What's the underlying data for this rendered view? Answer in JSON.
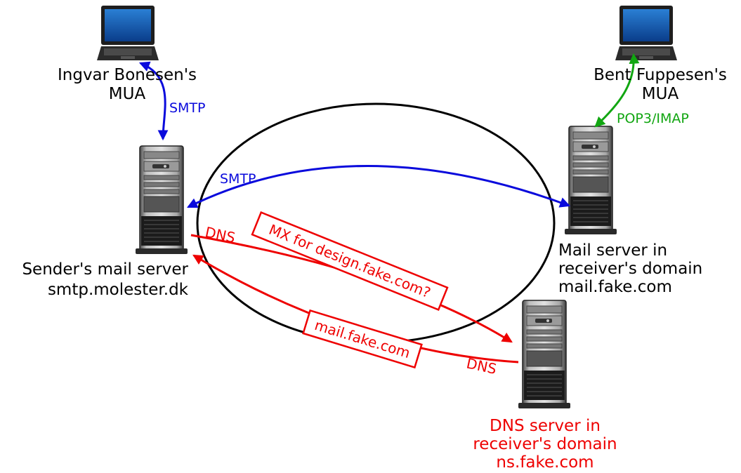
{
  "colors": {
    "smtp": "#0a0adc",
    "dns": "#ee0000",
    "pop": "#11a611",
    "ellipse": "#000000",
    "text": "#000000"
  },
  "nodes": {
    "sender_mua": {
      "line1": "Ingvar Bonesen's",
      "line2": "MUA",
      "icon": "laptop-icon"
    },
    "receiver_mua": {
      "line1": "Bent Fuppesen's",
      "line2": "MUA",
      "icon": "laptop-icon"
    },
    "sender_server": {
      "line1": "Sender's mail server",
      "line2": "smtp.molester.dk",
      "icon": "server-tower-icon"
    },
    "receiver_server": {
      "line1": "Mail server in",
      "line2": "receiver's domain",
      "line3": "mail.fake.com",
      "icon": "server-tower-icon"
    },
    "dns_server": {
      "line1": "DNS server in",
      "line2": "receiver's domain",
      "line3": "ns.fake.com",
      "icon": "server-tower-icon"
    }
  },
  "edges": {
    "smtp_mua": "SMTP",
    "smtp_servers": "SMTP",
    "pop_imap": "POP3/IMAP",
    "dns_query_label": "DNS",
    "dns_reply_label": "DNS",
    "dns_query_box": "MX for design.fake.com?",
    "dns_reply_box": "mail.fake.com"
  }
}
